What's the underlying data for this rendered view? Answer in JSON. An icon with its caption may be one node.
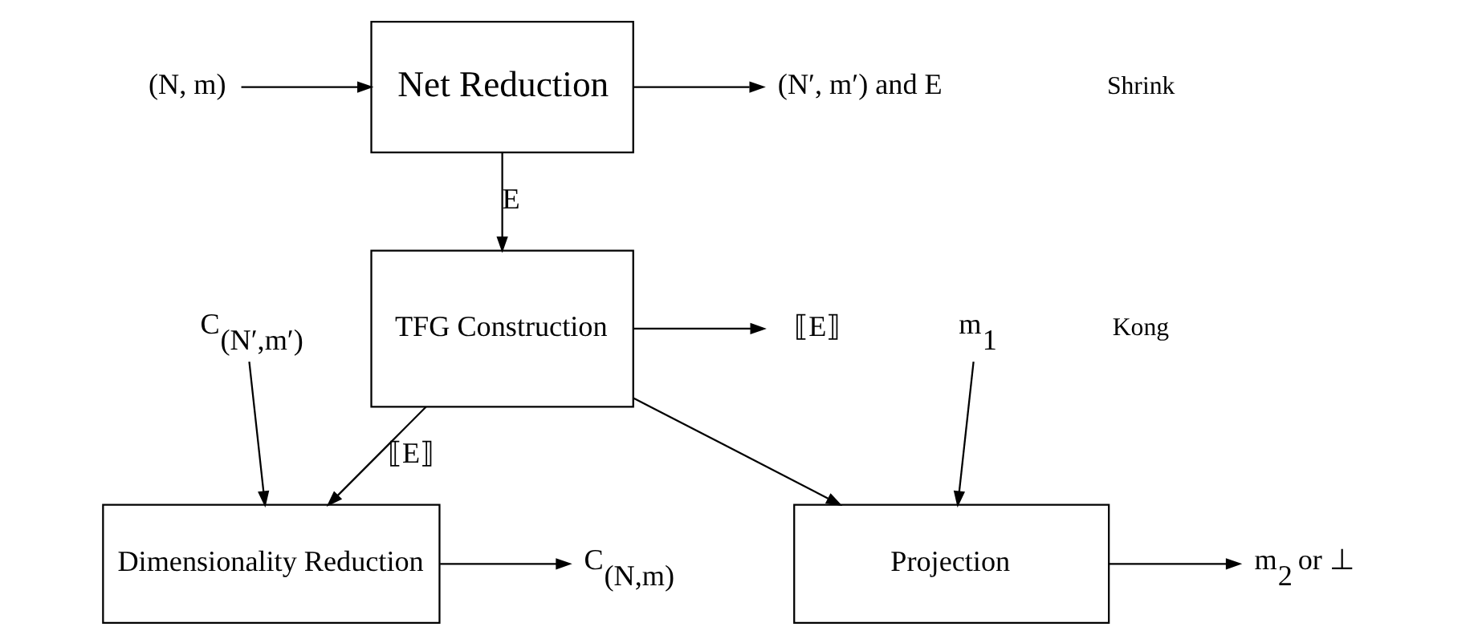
{
  "diagram": {
    "nodes": [
      {
        "text": [
          "Net Reduction"
        ]
      },
      {
        "text": [
          "TFG Construction"
        ]
      },
      {
        "text": [
          "Dimensionality Reduction"
        ]
      },
      {
        "text": [
          "Projection"
        ]
      },
      {
        "text": [
          "(N, m)"
        ]
      },
      {
        "text": [
          "(N′, m′) and E"
        ]
      },
      {
        "text": [
          "⟦E⟧"
        ]
      },
      {
        "text": [
          "C$_{(N′,m′)}$"
        ]
      },
      {
        "text": [
          "C$_{(N,m)}$"
        ]
      },
      {
        "text": [
          "m$_{1}$"
        ]
      },
      {
        "text": [
          "m$_{2}$ or ⊥"
        ]
      }
    ],
    "edges": [
      {
        "from": 4,
        "to": 0,
        "arrow": "to"
      },
      {
        "from": 0,
        "to": 5,
        "arrow": "to"
      },
      {
        "from": 0,
        "to": 1,
        "arrow": "to",
        "label": "E"
      },
      {
        "from": 1,
        "to": 6,
        "arrow": "to"
      },
      {
        "from": 7,
        "to": 2,
        "arrow": "to"
      },
      {
        "from": 2,
        "to": 8,
        "arrow": "to"
      },
      {
        "from": 1,
        "to": 2,
        "arrow": "to",
        "label": "⟦E⟧"
      },
      {
        "from": 1,
        "to": 3,
        "arrow": "to"
      },
      {
        "from": 9,
        "to": 3,
        "arrow": "to"
      },
      {
        "from": 3,
        "to": 10,
        "arrow": "to"
      }
    ],
    "labels": [
      "Shrink",
      "Kong"
    ]
  }
}
